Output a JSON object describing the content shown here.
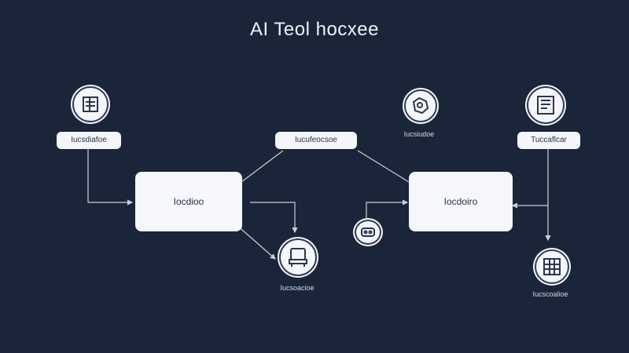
{
  "diagram": {
    "title": "AI Teol  hocxee",
    "nodes": {
      "pill_left": "Iucsdiafoe",
      "pill_center": "Iucufeocsoe",
      "pill_right": "Tuccaflcar",
      "box_left": "Iocdioo",
      "box_right": "Iocdoiro",
      "caption_top_center": "Iucsiudoe",
      "caption_bottom_center": "Iucsoacioe",
      "caption_bottom_right": "Iucscoalioe"
    },
    "icons": {
      "top_left": "building-icon",
      "top_center": "puzzle-icon",
      "top_right": "document-icon",
      "bottom_center": "chair-icon",
      "middle_small": "robot-icon",
      "bottom_right": "grid-icon"
    },
    "colors": {
      "background": "#1b253a",
      "node_fill": "#f5f7fa",
      "line": "#c9d0db",
      "icon_stroke": "#2a3650"
    }
  }
}
